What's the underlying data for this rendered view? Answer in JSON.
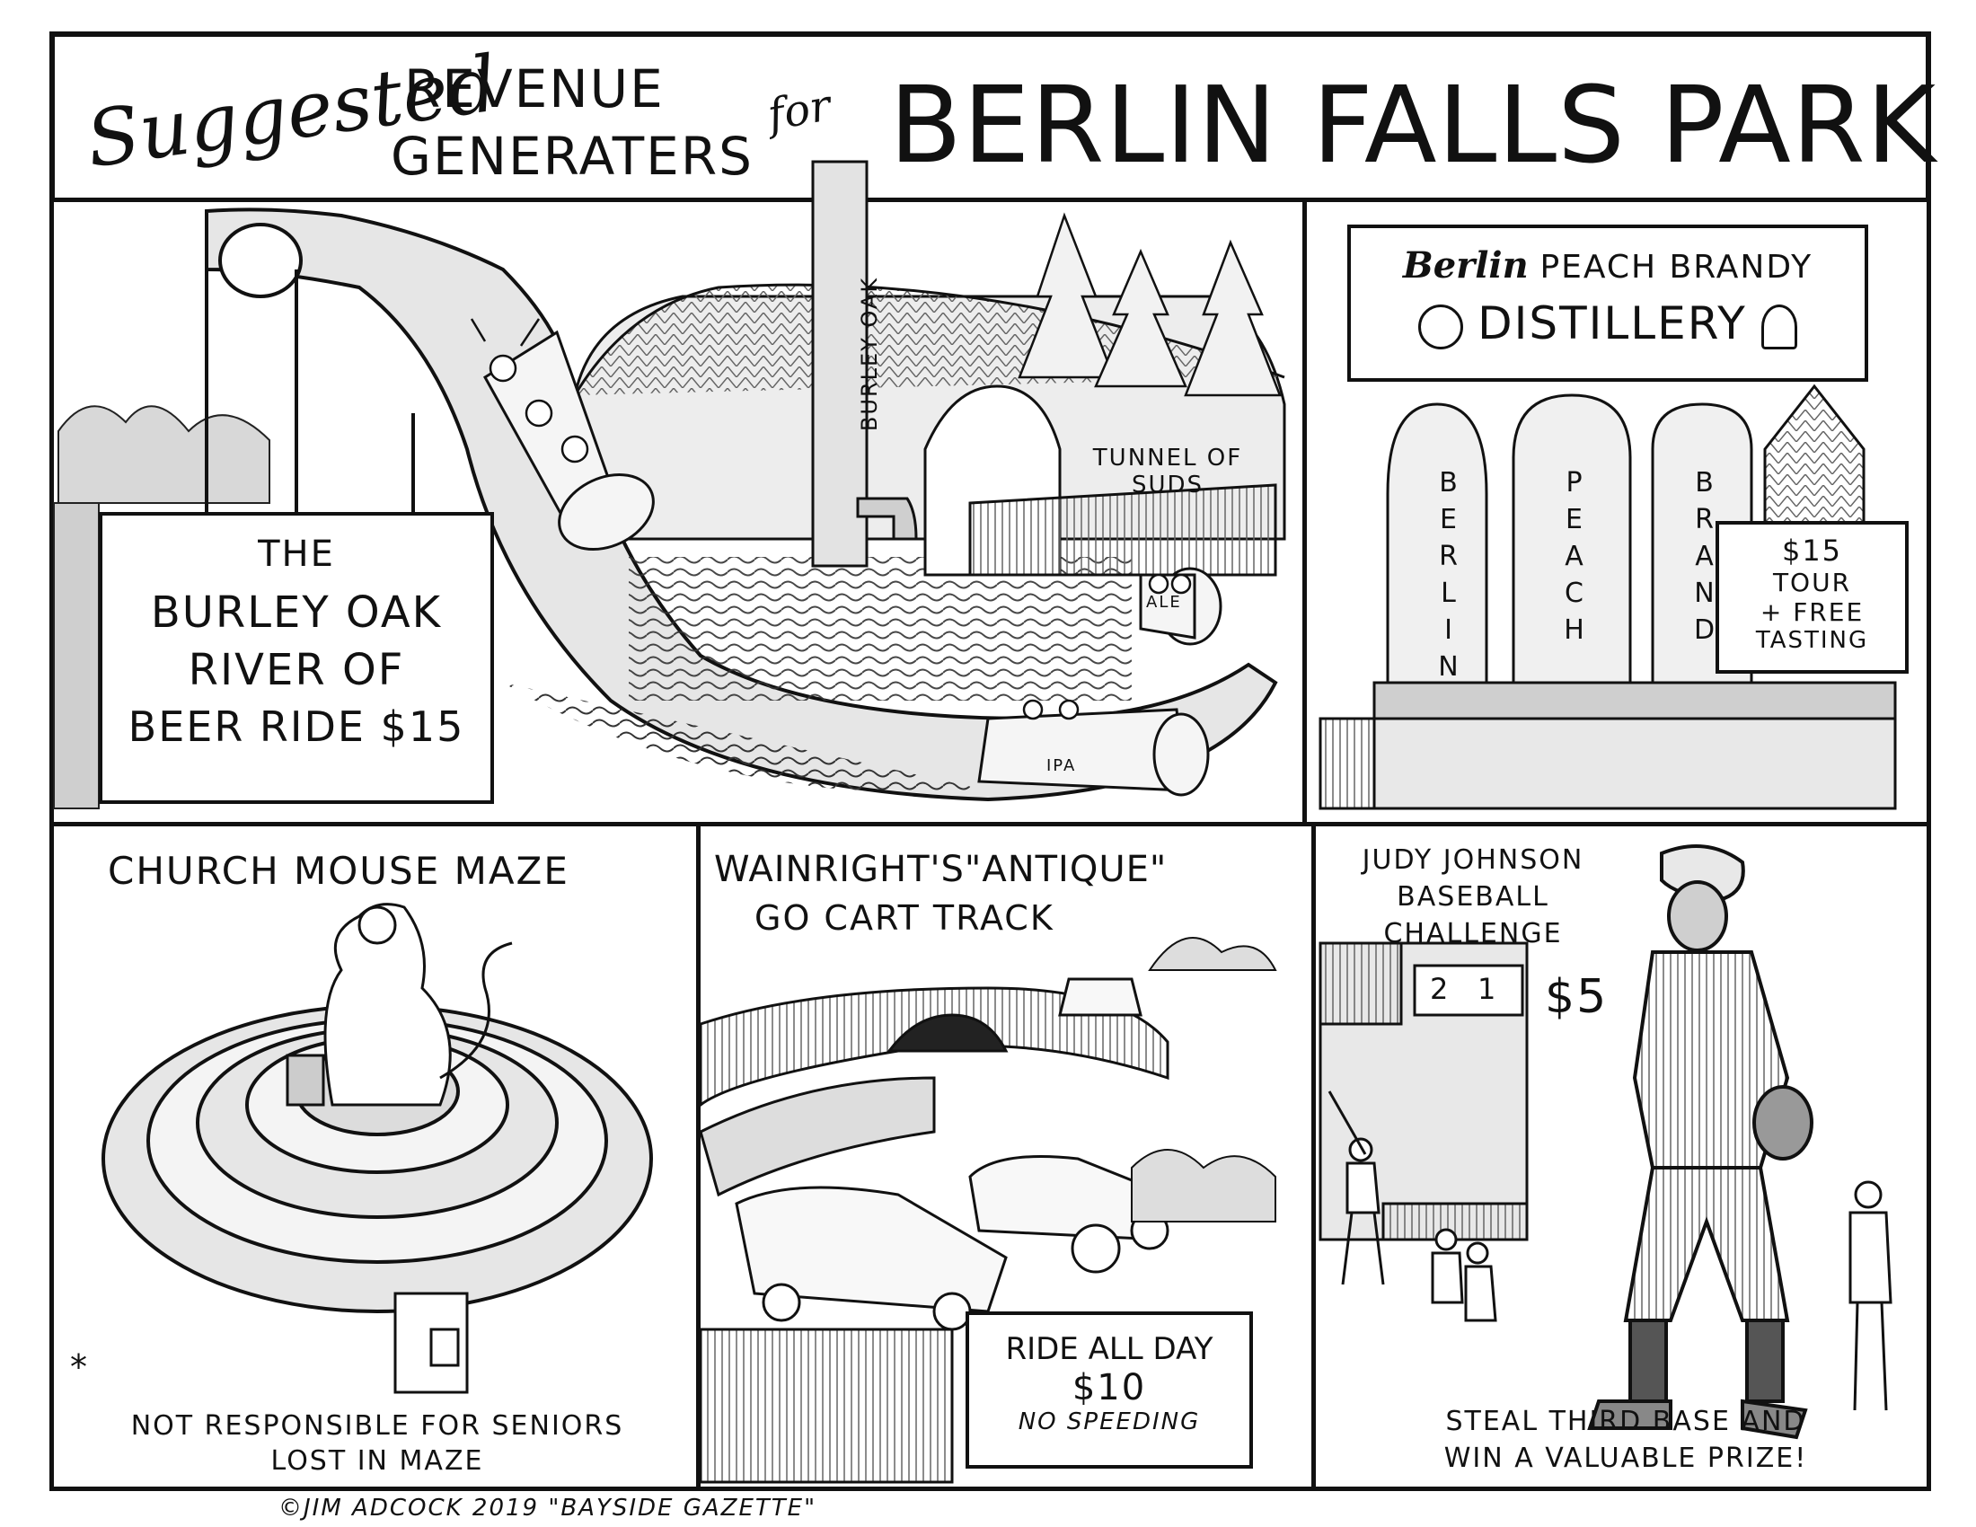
{
  "header": {
    "script_word": "Suggested",
    "line1": "REVENUE",
    "line2": "GENERATERS",
    "for_word": "for",
    "park_name": "BERLIN FALLS PARK"
  },
  "panels": {
    "river": {
      "sign_lines": [
        "THE",
        "BURLEY OAK",
        "RIVER OF",
        "BEER RIDE $15"
      ],
      "post_label": "BURLEY OAK",
      "tunnel_label": [
        "TUNNEL OF",
        "SUDS"
      ],
      "barrel1": "ALE",
      "barrel2": "IPA"
    },
    "distillery": {
      "title_script": "Berlin",
      "title_rest": "PEACH BRANDY",
      "title_line2": "DISTILLERY",
      "silo_letters": [
        "BERLIN",
        "PEACH",
        "BRAND"
      ],
      "price_sign": [
        "$15",
        "TOUR",
        "+ FREE",
        "TASTING"
      ]
    },
    "maze": {
      "title": "CHURCH MOUSE MAZE",
      "asterisk": "*",
      "disclaimer": [
        "NOT RESPONSIBLE FOR SENIORS",
        "LOST IN MAZE"
      ]
    },
    "gocart": {
      "title_line1": "WAINRIGHT'S\"ANTIQUE\"",
      "title_line2": "GO CART TRACK",
      "sign": [
        "RIDE ALL DAY",
        "$10",
        "NO SPEEDING"
      ]
    },
    "baseball": {
      "title": [
        "JUDY JOHNSON",
        "BASEBALL",
        "CHALLENGE"
      ],
      "price": "$5",
      "scoreboard": [
        "2",
        "1"
      ],
      "caption": [
        "STEAL THIRD BASE AND",
        "WIN A VALUABLE PRIZE!"
      ]
    }
  },
  "credit": "©JIM ADCOCK 2019 \"BAYSIDE GAZETTE\""
}
